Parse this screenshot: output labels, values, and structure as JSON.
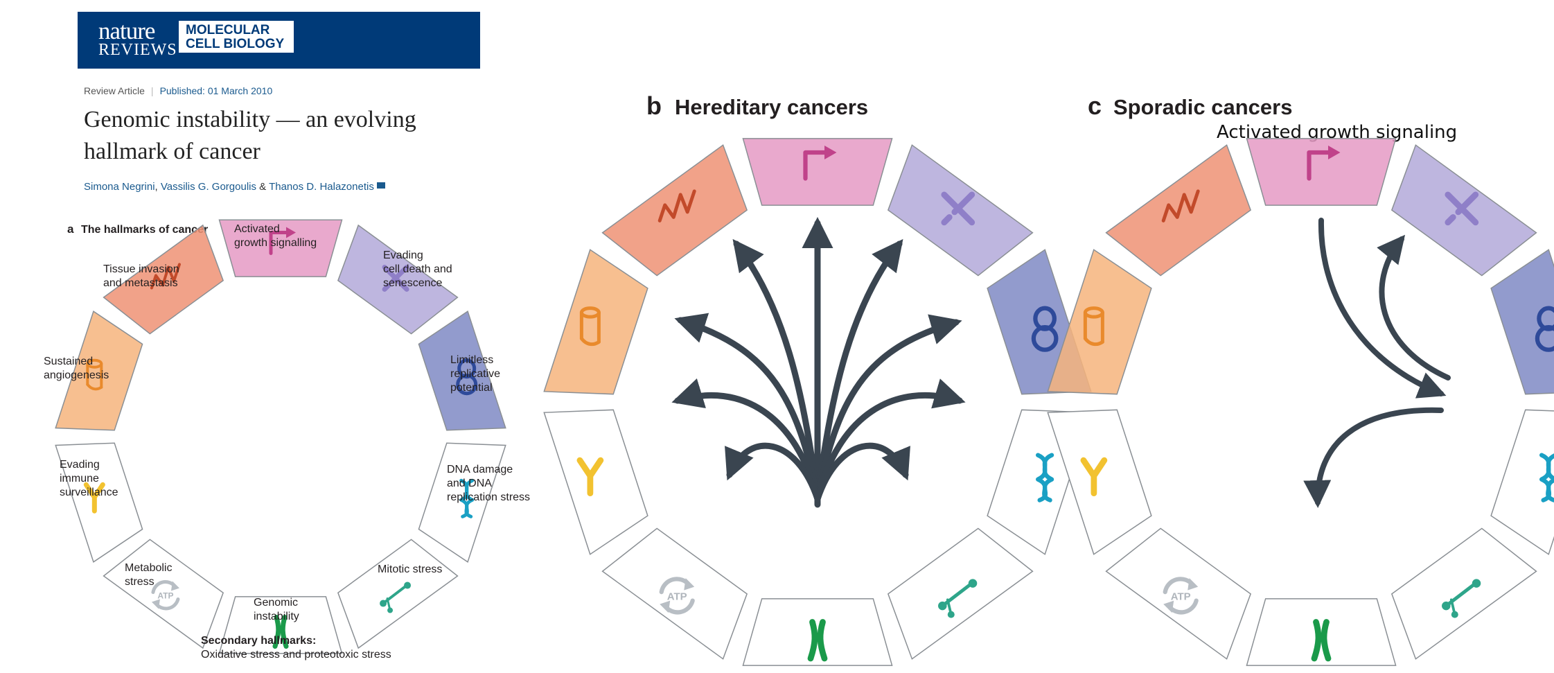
{
  "header": {
    "logo_line1": "nature",
    "logo_line2": "REVIEWS",
    "journal_line1": "MOLECULAR",
    "journal_line2": "CELL BIOLOGY"
  },
  "article": {
    "type": "Review Article",
    "published": "Published: 01 March 2010",
    "title_line1": "Genomic instability — an evolving",
    "title_line2": "hallmark of cancer",
    "authors": [
      "Simona Negrini",
      "Vassilis G. Gorgoulis",
      "Thanos D. Halazonetis"
    ],
    "author_sep": ", ",
    "author_amp": " & "
  },
  "panel_a": {
    "letter": "a",
    "title": "The hallmarks of cancer",
    "labels": {
      "growth": [
        "Activated",
        "growth signalling"
      ],
      "invasion": [
        "Tissue invasion",
        "and metastasis"
      ],
      "death": [
        "Evading",
        "cell death and",
        "senescence"
      ],
      "angio": [
        "Sustained",
        "angiogenesis"
      ],
      "limitless": [
        "Limitless",
        "replicative",
        "potential"
      ],
      "immune": [
        "Evading",
        "immune",
        "surveillance"
      ],
      "dna": [
        "DNA damage",
        "and DNA",
        "replication stress"
      ],
      "metabolic": [
        "Metabolic",
        "stress"
      ],
      "mitotic": [
        "Mitotic stress"
      ],
      "genomic": [
        "Genomic",
        "instability"
      ]
    },
    "secondary_title": "Secondary hallmarks:",
    "secondary_text": "Oxidative stress and proteotoxic stress"
  },
  "panel_b": {
    "letter": "b",
    "title": "Hereditary cancers"
  },
  "panel_c": {
    "letter": "c",
    "title": "Sporadic cancers",
    "annotation": "Activated growth signaling"
  },
  "icons": {
    "atp_text": "ATP"
  },
  "colors": {
    "banner": "#003a78",
    "invasion": "#ef9274",
    "growth": "#e59ac4",
    "death": "#b3a9d9",
    "limitless": "#7f89c4",
    "angio": "#f6b47c",
    "arrow": "#3a4550",
    "link": "#1a5a8e"
  }
}
